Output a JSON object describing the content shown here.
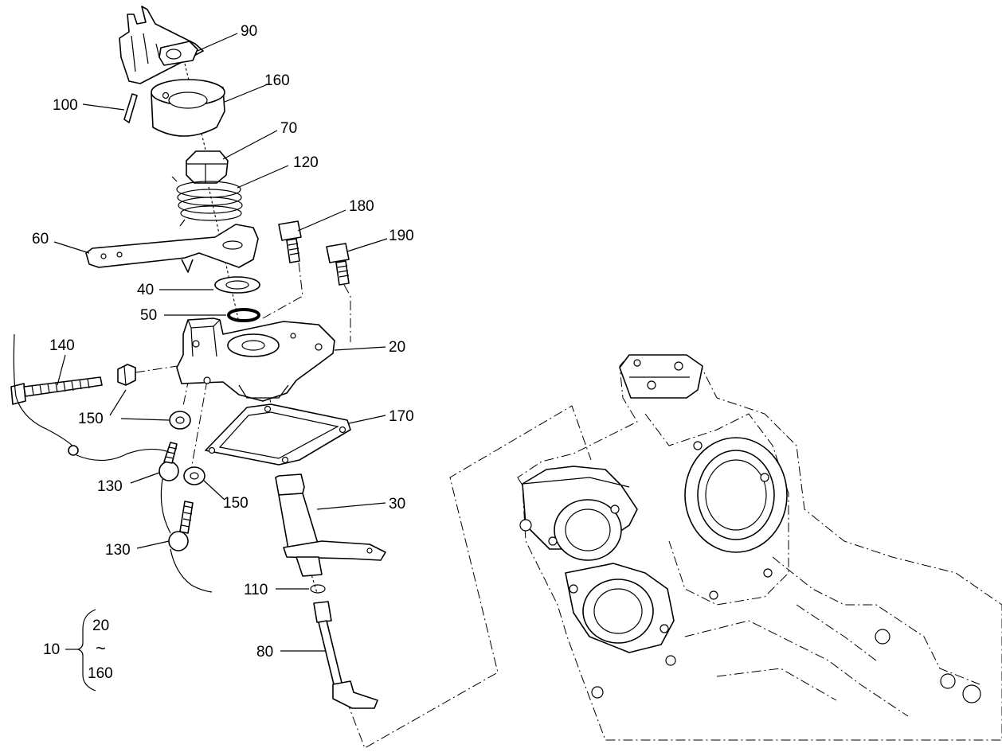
{
  "callouts": {
    "c90": "90",
    "c160": "160",
    "c100": "100",
    "c70": "70",
    "c120": "120",
    "c180": "180",
    "c190": "190",
    "c60": "60",
    "c40": "40",
    "c50": "50",
    "c20": "20",
    "c140": "140",
    "c150a": "150",
    "c170": "170",
    "c130a": "130",
    "c150b": "150",
    "c30": "30",
    "c130b": "130",
    "c110": "110",
    "c80": "80"
  },
  "assembly": {
    "number": "10",
    "range_from": "20",
    "range_sep": "~",
    "range_to": "160"
  }
}
